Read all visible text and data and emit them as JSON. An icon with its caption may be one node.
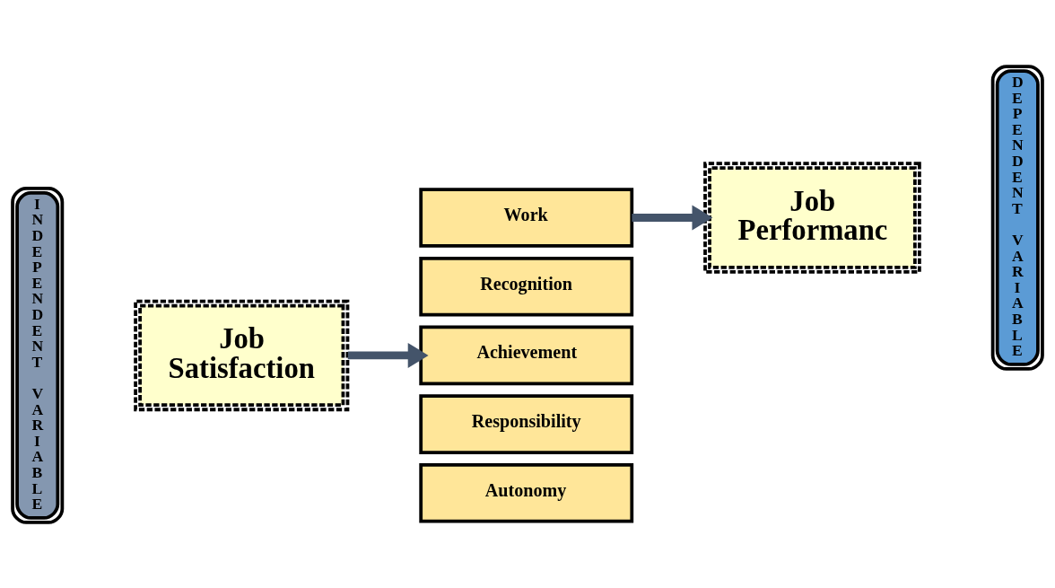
{
  "diagram": {
    "nodes": [
      {
        "text": [
          "INDEPENDENT VARIABLE"
        ]
      },
      {
        "text": [
          "Job Satisfaction"
        ]
      },
      {
        "text": [
          "Work"
        ]
      },
      {
        "text": [
          "Recognition"
        ]
      },
      {
        "text": [
          "Achievement"
        ]
      },
      {
        "text": [
          "Responsibility"
        ]
      },
      {
        "text": [
          "Autonomy"
        ]
      },
      {
        "text": [
          "Job Performanc"
        ]
      },
      {
        "text": [
          "DEPENDENT VARIABLE"
        ]
      }
    ],
    "edges": [
      {
        "from": 1,
        "to": 4,
        "arrow": "to"
      },
      {
        "from": 2,
        "to": 7,
        "arrow": "to"
      }
    ]
  }
}
